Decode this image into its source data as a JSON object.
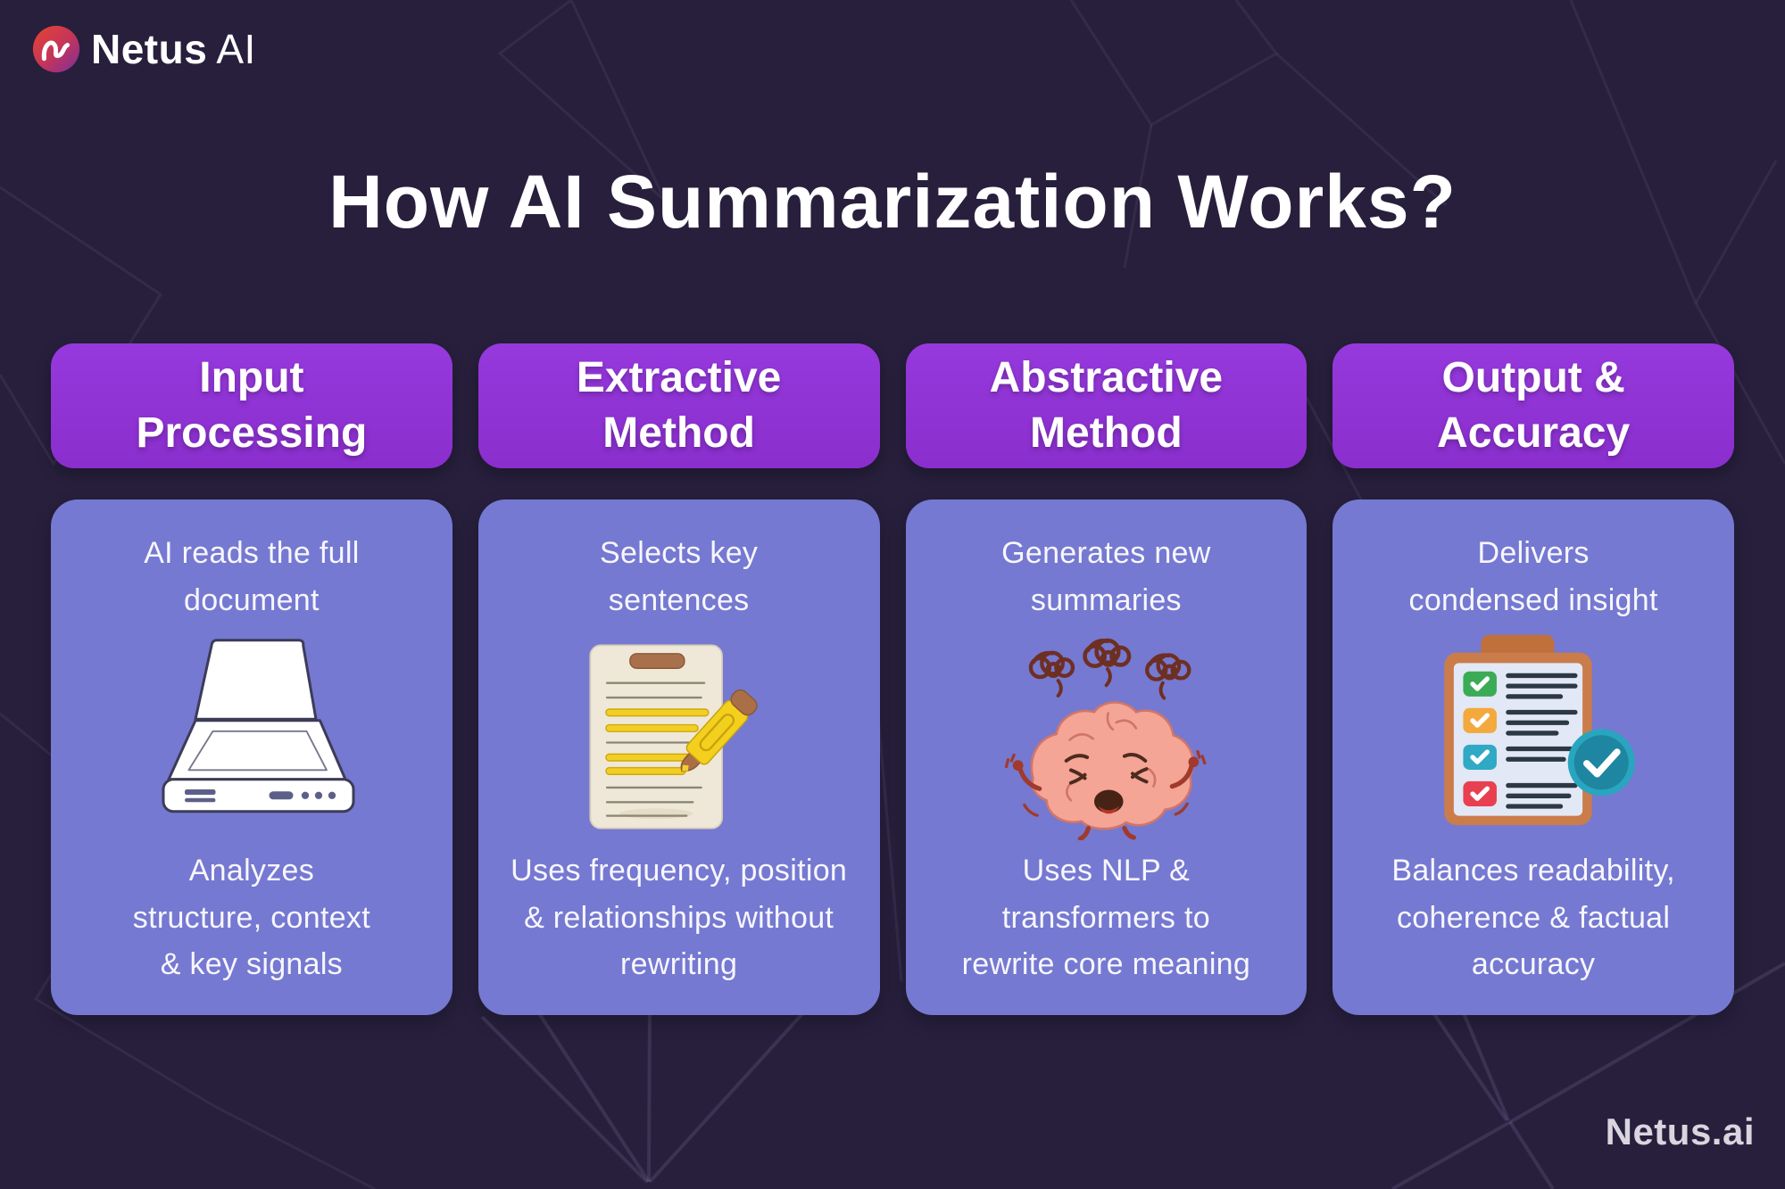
{
  "brand": {
    "icon": "netus-logo-icon",
    "name": "Netus AI",
    "name_bold": "Netus",
    "name_light": "AI"
  },
  "title": "How AI Summarization Works?",
  "footer": {
    "watermark": "Netus.ai"
  },
  "colors": {
    "background": "#271f3c",
    "header_pill": "#9035d6",
    "card": "#7579d1",
    "title_text": "#ffffff",
    "card_text": "#f7f6fc",
    "watermark": "#d8d5de",
    "logo_gradient_start": "#e8432f",
    "logo_gradient_end": "#7b2e9e"
  },
  "columns": [
    {
      "id": "input-processing",
      "header": [
        "Input",
        "Processing"
      ],
      "top_text": [
        "AI reads the full",
        "document"
      ],
      "icon": "scanner-icon",
      "bottom_text": [
        "Analyzes",
        "structure, context",
        "& key signals"
      ]
    },
    {
      "id": "extractive-method",
      "header": [
        "Extractive",
        "Method"
      ],
      "top_text": [
        "Selects key",
        "sentences"
      ],
      "icon": "highlighted-document-icon",
      "bottom_text": [
        "Uses frequency, position",
        "& relationships without",
        "rewriting"
      ]
    },
    {
      "id": "abstractive-method",
      "header": [
        "Abstractive",
        "Method"
      ],
      "top_text": [
        "Generates new",
        "summaries"
      ],
      "icon": "stressed-brain-icon",
      "bottom_text": [
        "Uses NLP &",
        "transformers to",
        "rewrite core meaning"
      ]
    },
    {
      "id": "output-accuracy",
      "header": [
        "Output &",
        "Accuracy"
      ],
      "top_text": [
        "Delivers",
        "condensed insight"
      ],
      "icon": "checklist-clipboard-icon",
      "bottom_text": [
        "Balances readability,",
        "coherence & factual",
        "accuracy"
      ]
    }
  ]
}
